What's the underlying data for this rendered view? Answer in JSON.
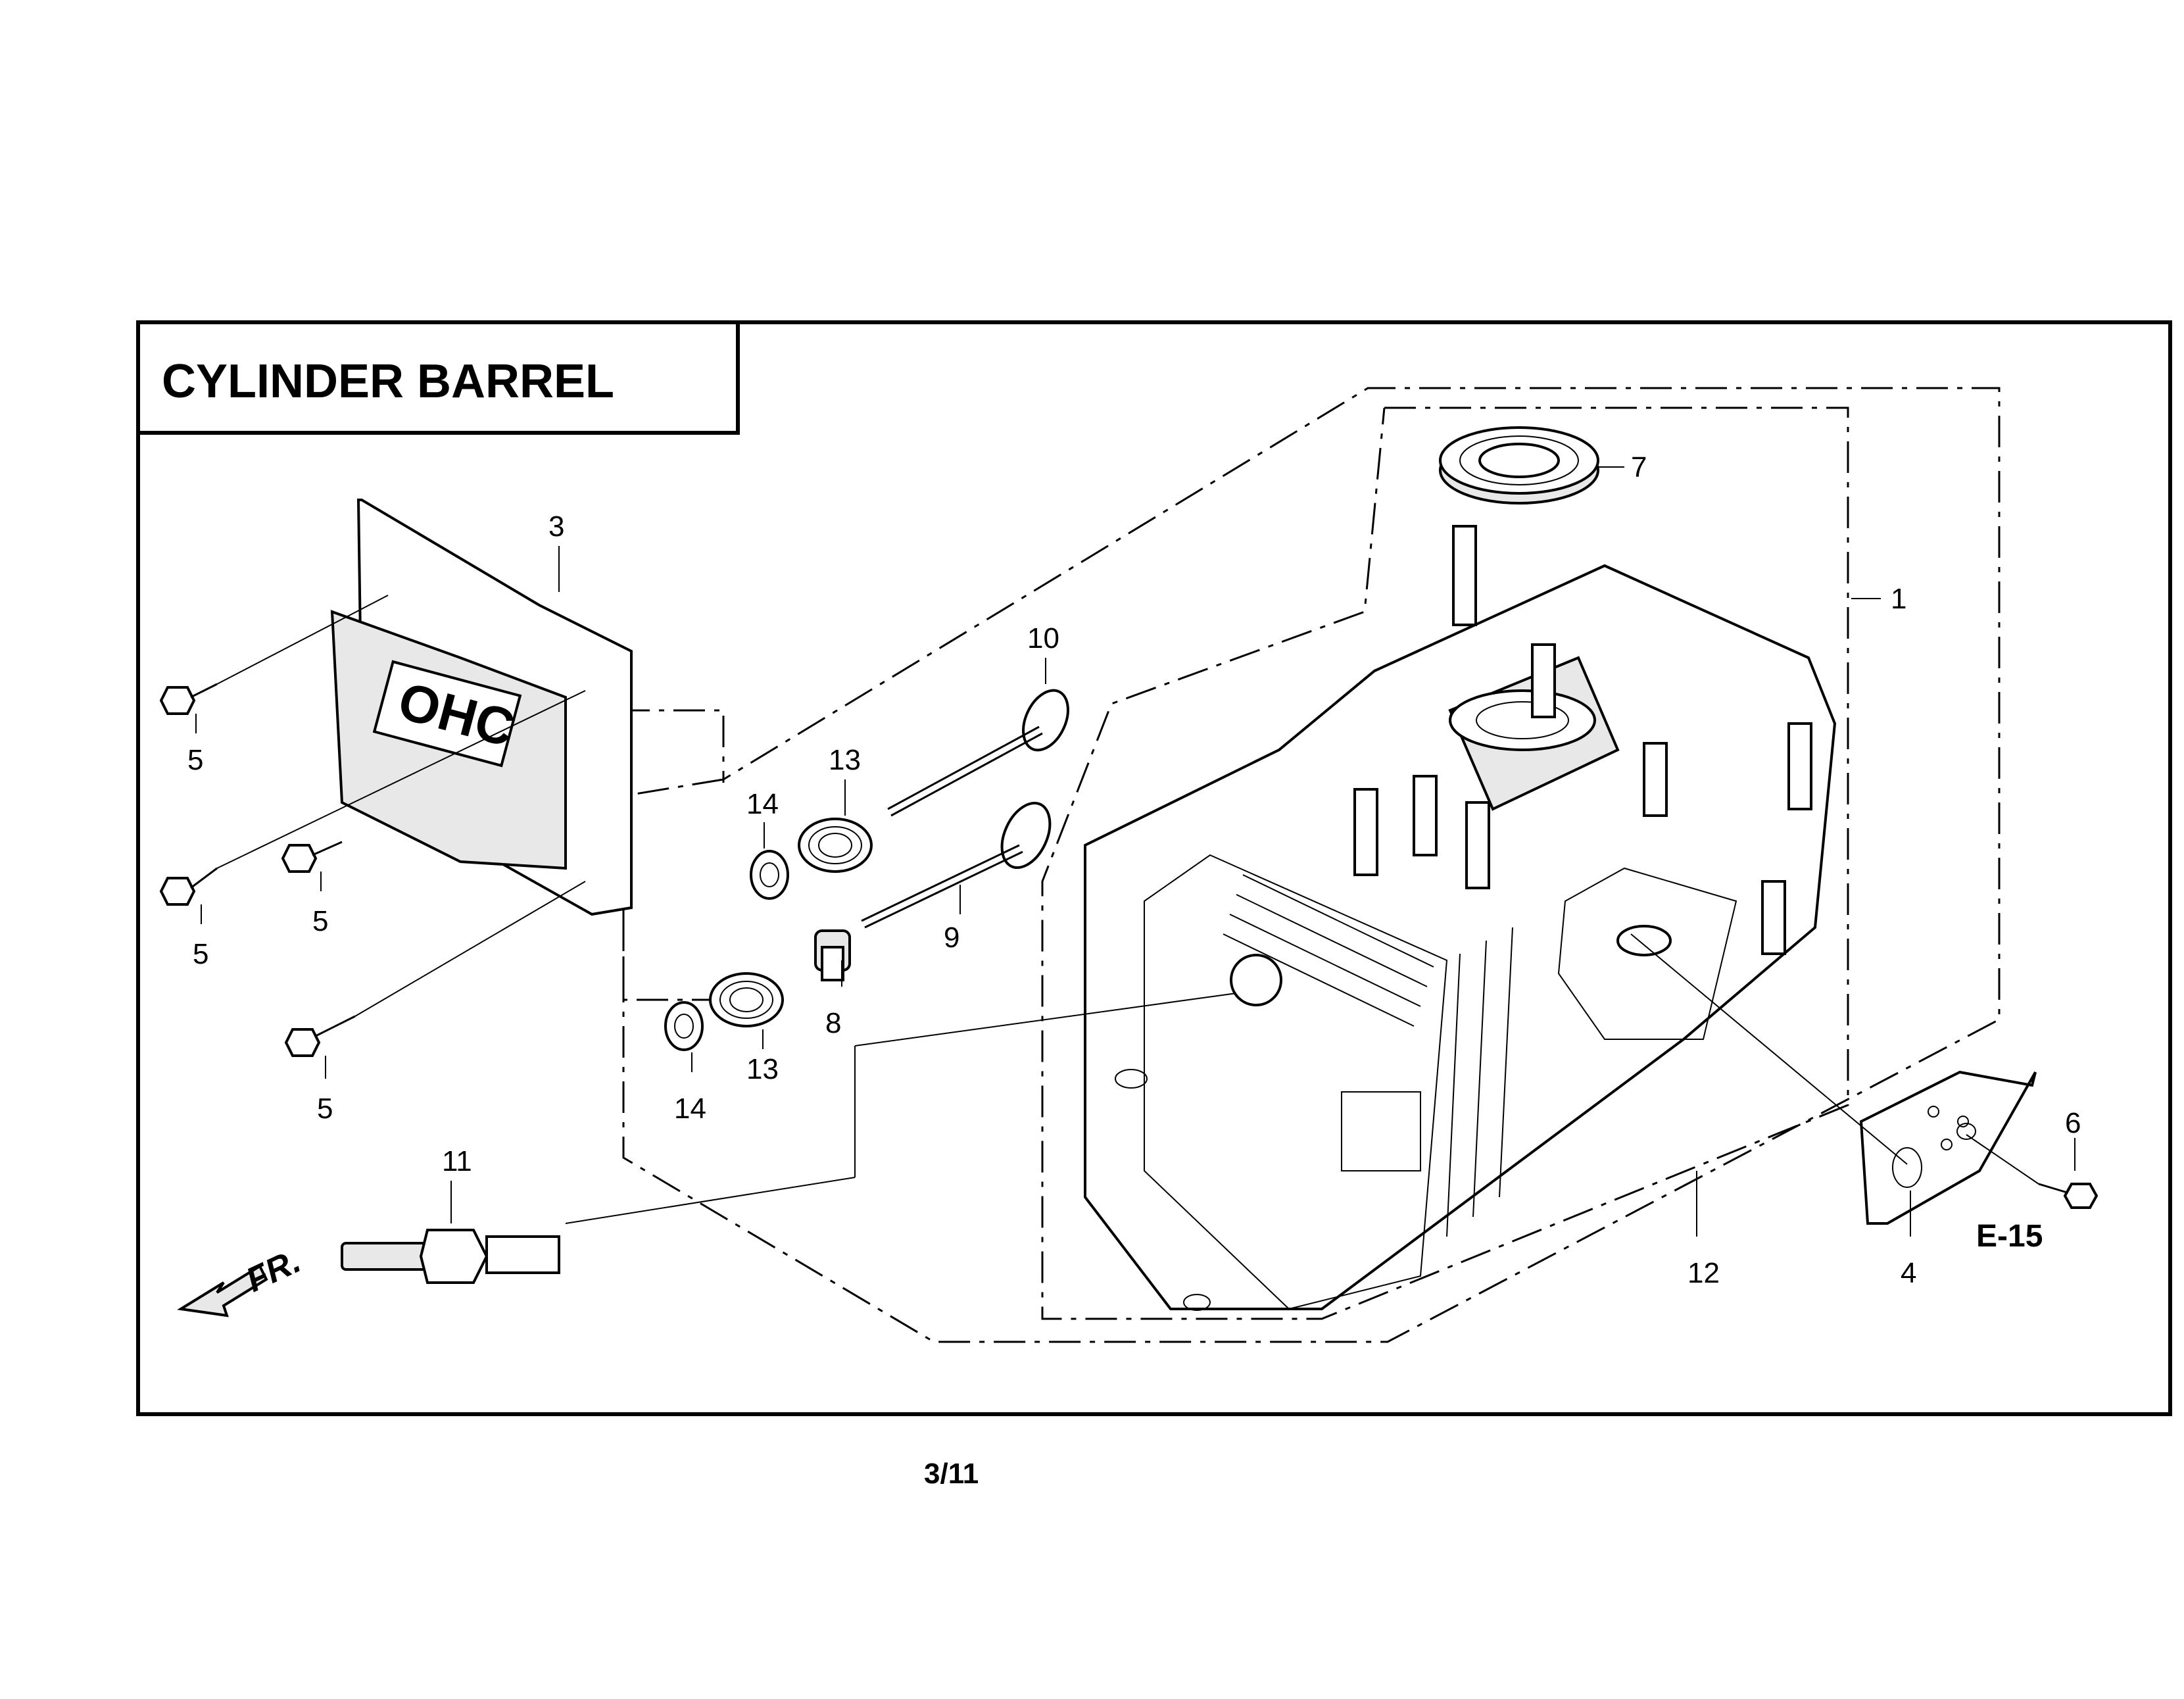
{
  "title": "CYLINDER BARREL",
  "page_number": "3/11",
  "reference_label": "E-15",
  "front_marker": "FR.",
  "cover_emblem": "OHC",
  "callouts": [
    "1",
    "3",
    "4",
    "5",
    "5",
    "5",
    "5",
    "6",
    "7",
    "8",
    "9",
    "10",
    "11",
    "12",
    "13",
    "13",
    "14",
    "14"
  ]
}
